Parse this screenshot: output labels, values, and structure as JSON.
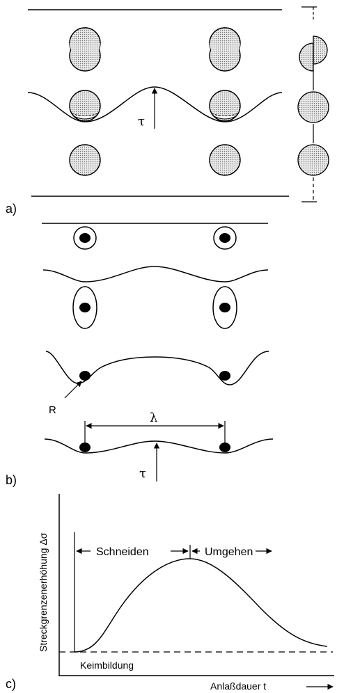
{
  "panel_a": {
    "label": "a)",
    "tau": "τ"
  },
  "panel_b": {
    "label": "b)",
    "R": "R",
    "lambda": "λ",
    "tau": "τ"
  },
  "panel_c": {
    "label": "c)",
    "ylabel": "Streckgrenzenerhöhung Δσ",
    "xlabel": "Anlaßdauer t",
    "cutting": "Schneiden",
    "bypassing": "Umgehen",
    "nucleation": "Keimbildung"
  },
  "colors": {
    "ink": "#000000",
    "particle_fill": "#d4d4d4",
    "background": "#ffffff"
  }
}
